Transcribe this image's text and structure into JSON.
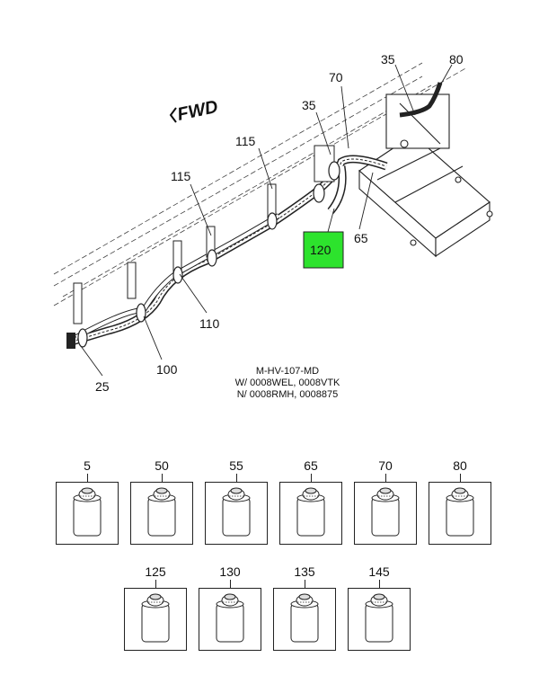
{
  "diagram": {
    "direction_label": "FWD",
    "callouts": [
      "35",
      "80",
      "70",
      "35",
      "115",
      "115",
      "120",
      "65",
      "110",
      "100",
      "25"
    ],
    "highlighted_callout": "120",
    "highlight_color": "#2de32d",
    "note_lines": [
      "M-HV-107-MD",
      "W/ 0008WEL, 0008VTK",
      "N/ 0008RMH, 0008875"
    ]
  },
  "parts": {
    "row1": [
      "5",
      "50",
      "55",
      "65",
      "70",
      "80"
    ],
    "row2": [
      "125",
      "130",
      "135",
      "145"
    ]
  }
}
